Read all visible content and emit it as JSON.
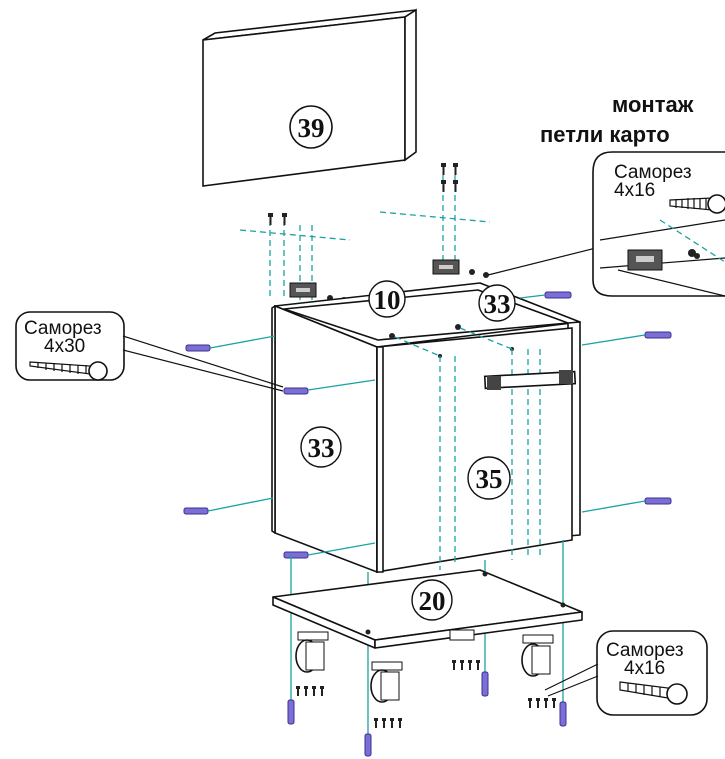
{
  "title": {
    "line1": "монтаж",
    "line2": "петли карто"
  },
  "parts": {
    "top_panel": "39",
    "back_rail": "10",
    "side_right": "33",
    "side_left": "33",
    "door": "35",
    "bottom": "20"
  },
  "callouts": {
    "hinge_screw": {
      "name": "Саморез",
      "size": "4x16"
    },
    "side_screw": {
      "name": "Саморез",
      "size": "4x30"
    },
    "caster_screw": {
      "name": "Саморез",
      "size": "4x16"
    }
  },
  "colors": {
    "guide": "#1aa3a3",
    "dowel": "#7b6fd6",
    "outline": "#111111"
  },
  "icons": [
    "screw-icon",
    "hinge-icon",
    "dowel-icon",
    "caster-icon",
    "handle-icon"
  ]
}
